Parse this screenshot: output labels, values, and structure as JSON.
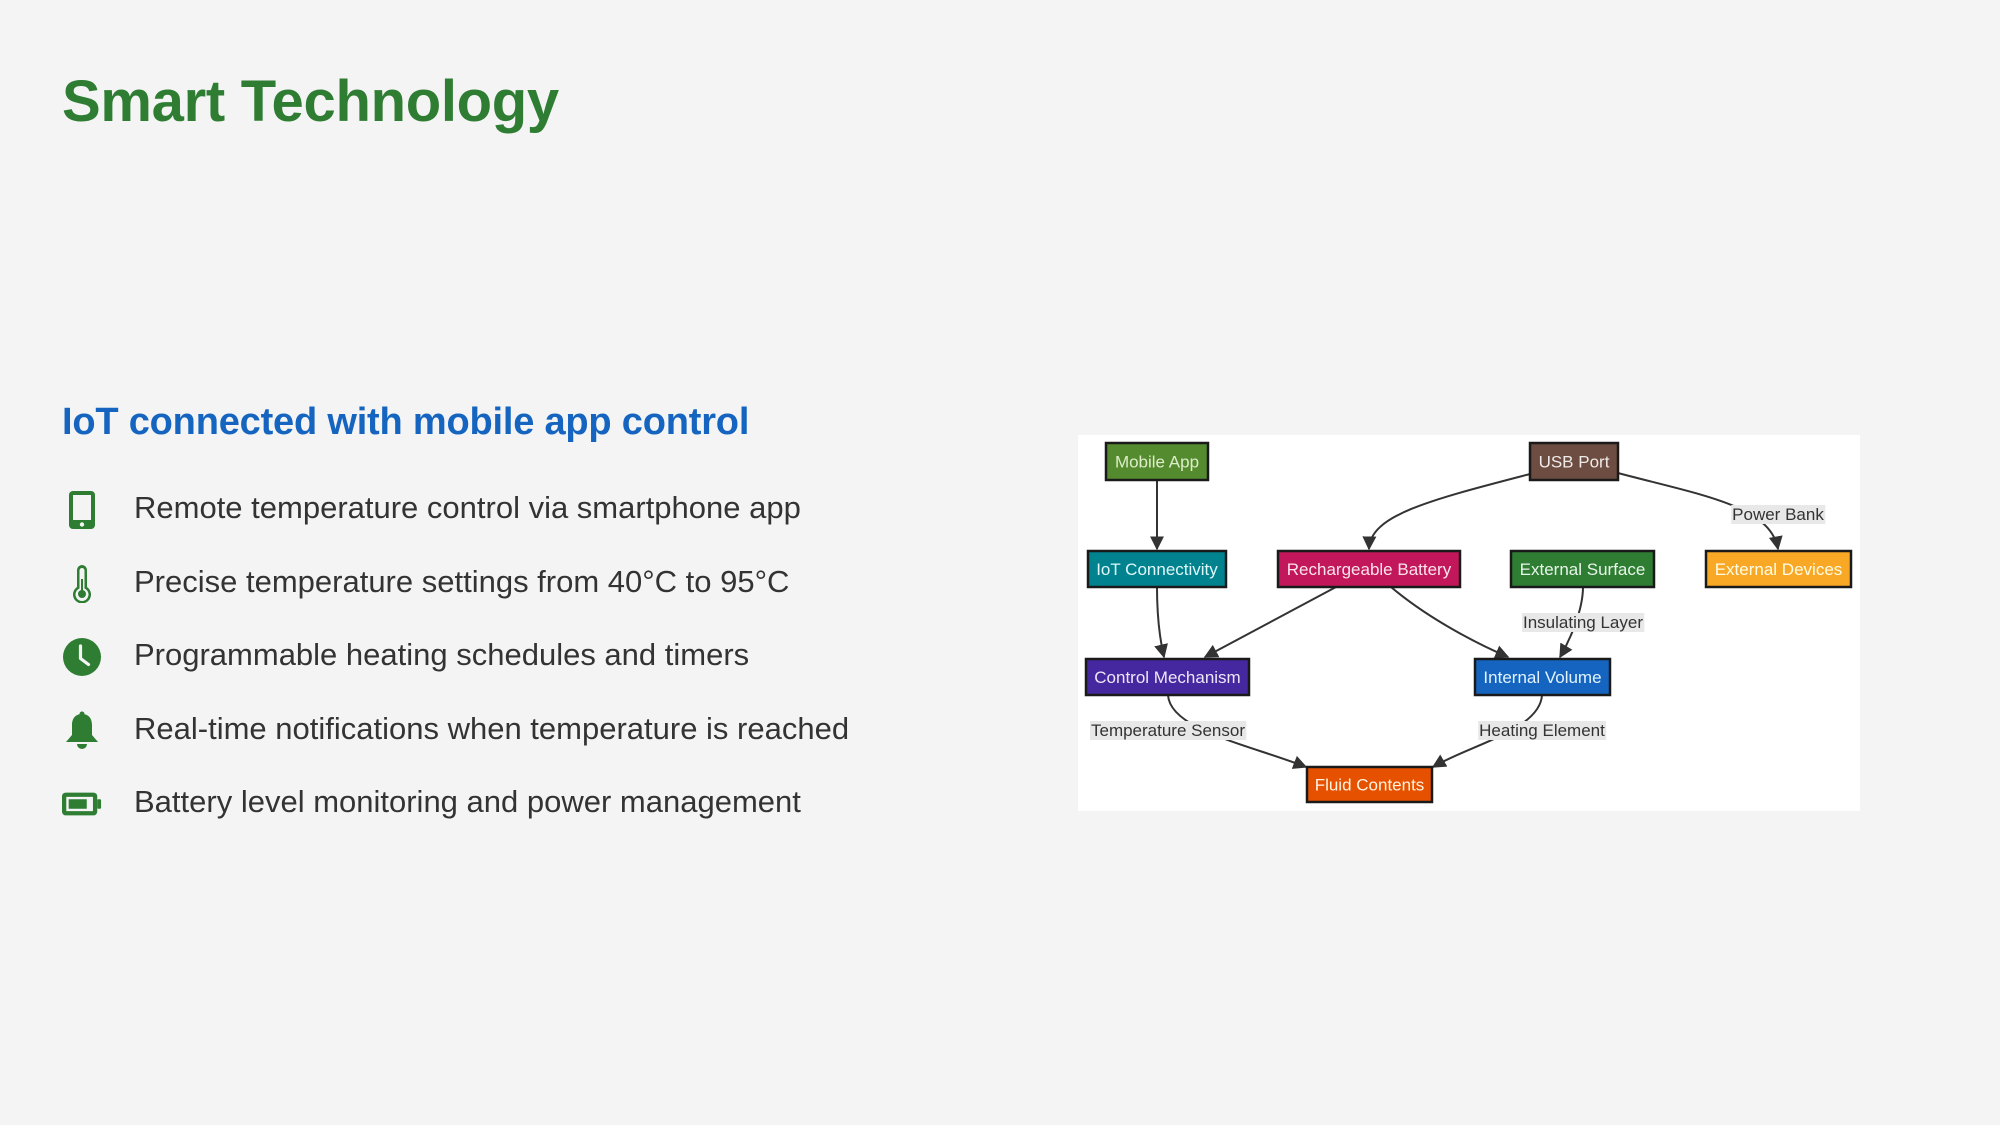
{
  "header": {
    "title": "Smart Technology"
  },
  "section": {
    "subtitle": "IoT connected with mobile app control",
    "features": [
      {
        "icon": "smartphone-icon",
        "text": "Remote temperature control via smartphone app"
      },
      {
        "icon": "thermometer-icon",
        "text": "Precise temperature settings from 40°C to 95°C"
      },
      {
        "icon": "clock-icon",
        "text": "Programmable heating schedules and timers"
      },
      {
        "icon": "bell-icon",
        "text": "Real-time notifications when temperature is reached"
      },
      {
        "icon": "battery-icon",
        "text": "Battery level monitoring and power management"
      }
    ]
  },
  "colors": {
    "title": "#2e7d32",
    "subtitle": "#1565c0",
    "icon": "#2e7d32",
    "body_text": "#333333",
    "background": "#f4f4f4"
  },
  "diagram": {
    "nodes": [
      {
        "id": "mobile_app",
        "label": "Mobile App",
        "fill": "#558b2f",
        "text": "#dcedc8"
      },
      {
        "id": "usb_port",
        "label": "USB Port",
        "fill": "#6d4c41",
        "text": "#efebe9"
      },
      {
        "id": "iot",
        "label": "IoT Connectivity",
        "fill": "#00838f",
        "text": "#e0f7fa"
      },
      {
        "id": "battery",
        "label": "Rechargeable Battery",
        "fill": "#c2185b",
        "text": "#fce4ec"
      },
      {
        "id": "ext_surface",
        "label": "External Surface",
        "fill": "#2e7d32",
        "text": "#e8f5e9"
      },
      {
        "id": "ext_devices",
        "label": "External Devices",
        "fill": "#f9a825",
        "text": "#fffde7"
      },
      {
        "id": "control",
        "label": "Control Mechanism",
        "fill": "#4527a0",
        "text": "#ede7f6"
      },
      {
        "id": "internal_volume",
        "label": "Internal Volume",
        "fill": "#1565c0",
        "text": "#e3f2fd"
      },
      {
        "id": "fluid",
        "label": "Fluid Contents",
        "fill": "#e65100",
        "text": "#fff3e0"
      }
    ],
    "edges": [
      {
        "from": "mobile_app",
        "to": "iot",
        "label": ""
      },
      {
        "from": "usb_port",
        "to": "battery",
        "label": ""
      },
      {
        "from": "usb_port",
        "to": "ext_devices",
        "label": "Power Bank"
      },
      {
        "from": "iot",
        "to": "control",
        "label": ""
      },
      {
        "from": "battery",
        "to": "control",
        "label": ""
      },
      {
        "from": "battery",
        "to": "internal_volume",
        "label": ""
      },
      {
        "from": "ext_surface",
        "to": "internal_volume",
        "label": "Insulating Layer"
      },
      {
        "from": "control",
        "to": "fluid",
        "label": "Temperature Sensor"
      },
      {
        "from": "internal_volume",
        "to": "fluid",
        "label": "Heating Element"
      }
    ]
  }
}
